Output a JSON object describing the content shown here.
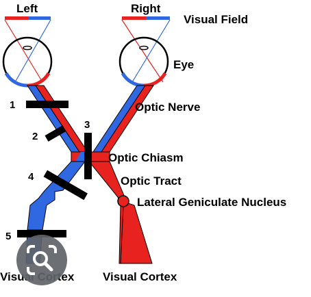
{
  "visual_field": {
    "left_label": "Left",
    "right_label": "Right",
    "title": "Visual Field"
  },
  "labels": {
    "eye": "Eye",
    "optic_nerve": "Optic Nerve",
    "optic_chiasm": "Optic Chiasm",
    "optic_tract": "Optic Tract",
    "lgn": "Lateral Geniculate Nucleus",
    "visual_cortex_left": "Visual Cortex",
    "visual_cortex_right": "Visual Cortex"
  },
  "lesions": {
    "n1": "1",
    "n2": "2",
    "n3": "3",
    "n4": "4",
    "n5": "5"
  },
  "colors": {
    "left_field": "#e8231f",
    "right_field": "#2f68e0",
    "lesion_bar": "#000000"
  },
  "icons": {
    "overlay": "lens-search-icon"
  }
}
